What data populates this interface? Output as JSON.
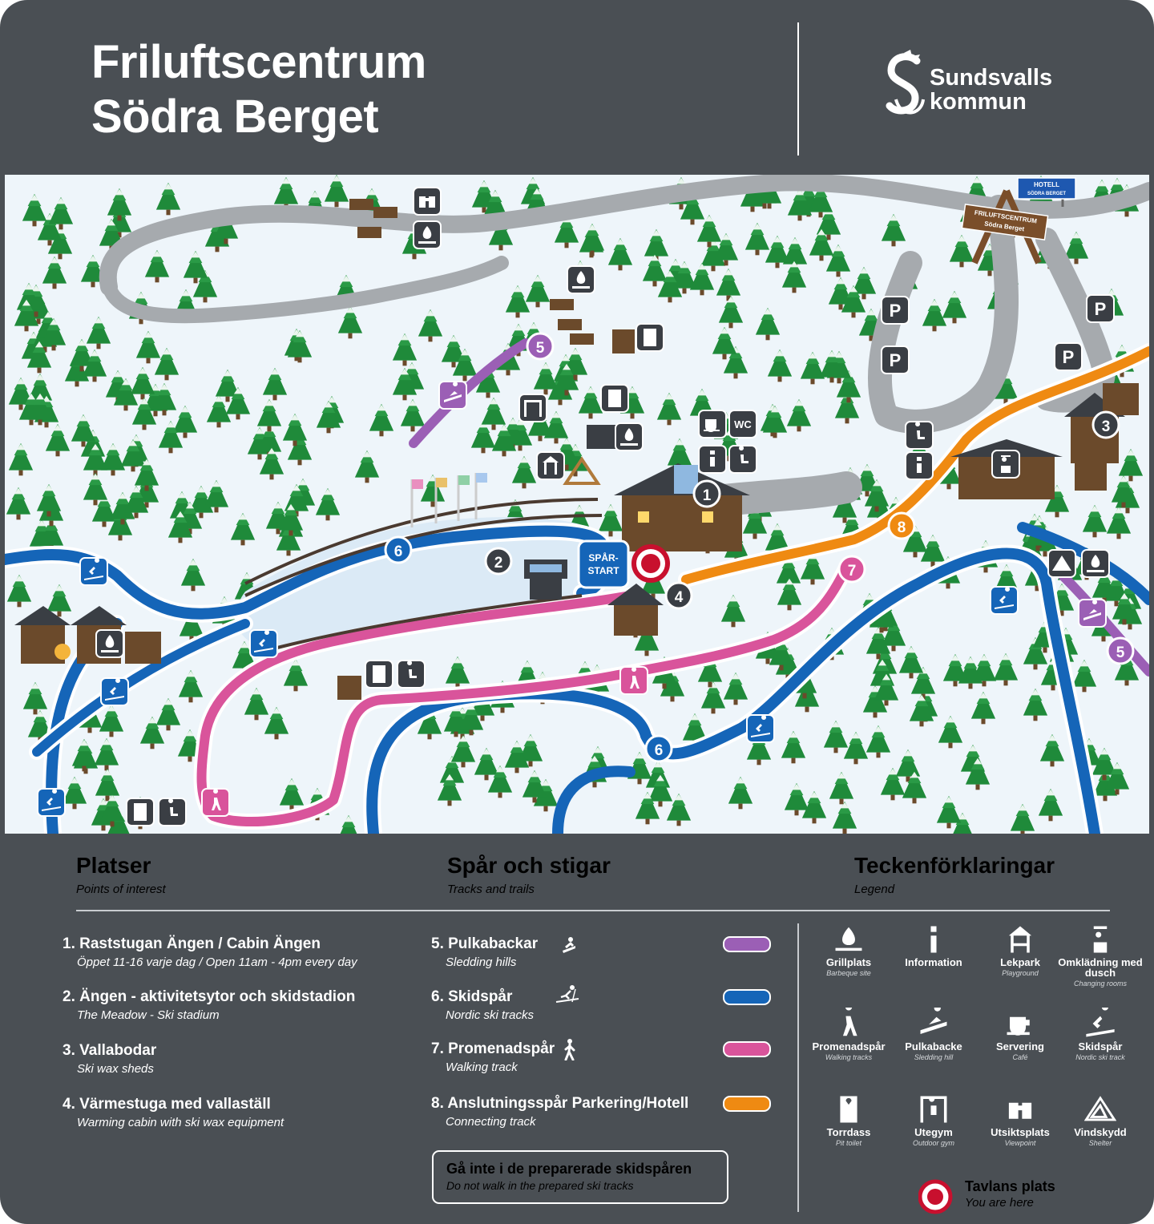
{
  "header": {
    "title_line1": "Friluftscentrum",
    "title_line2": "Södra Berget",
    "logo_line1": "Sundsvalls",
    "logo_line2": "kommun"
  },
  "map": {
    "sign_main_line1": "FRILUFTSCENTRUM",
    "sign_main_line2": "Södra Berget",
    "sign_hotel_line1": "HOTELL",
    "sign_hotel_line2": "SÖDRA BERGET",
    "start_badge_line1": "SPÅR-",
    "start_badge_line2": "START",
    "wc_label": "WC",
    "parking_label": "P",
    "places": [
      "1",
      "2",
      "3",
      "4"
    ],
    "trail_numbers": [
      "5",
      "6",
      "7",
      "8"
    ]
  },
  "legend": {
    "places": {
      "title": "Platser",
      "subtitle": "Points of interest",
      "items": [
        {
          "title": "1. Raststugan Ängen / Cabin Ängen",
          "sub": "Öppet 11-16 varje dag / Open 11am - 4pm every day"
        },
        {
          "title": "2. Ängen - aktivitetsytor och skidstadion",
          "sub": "The Meadow - Ski stadium"
        },
        {
          "title": "3. Vallabodar",
          "sub": "Ski wax sheds"
        },
        {
          "title": "4. Värmestuga med vallaställ",
          "sub": "Warming cabin with ski wax equipment"
        }
      ]
    },
    "trails": {
      "title": "Spår och stigar",
      "subtitle": "Tracks and trails",
      "items": [
        {
          "title": "5. Pulkabackar",
          "sub": "Sledding hills",
          "color": "#9b5fb5",
          "icon": "sledding-icon"
        },
        {
          "title": "6. Skidspår",
          "sub": "Nordic ski tracks",
          "color": "#1565b8",
          "icon": "skiing-icon"
        },
        {
          "title": "7. Promenadspår",
          "sub": "Walking track",
          "color": "#d9549b",
          "icon": "walking-icon"
        },
        {
          "title": "8. Anslutningsspår Parkering/Hotell",
          "sub": "Connecting track",
          "color": "#ef8a12",
          "icon": ""
        }
      ],
      "warning_title": "Gå inte i de preparerade skidspåren",
      "warning_sub": "Do not walk in the prepared ski tracks"
    },
    "symbols": {
      "title": "Teckenförklaringar",
      "subtitle": "Legend",
      "items": [
        {
          "name": "Grillplats",
          "en": "Barbeque site",
          "icon": "fire-icon"
        },
        {
          "name": "Information",
          "en": "",
          "icon": "info-icon"
        },
        {
          "name": "Lekpark",
          "en": "Playground",
          "icon": "playground-icon"
        },
        {
          "name": "Omklädning med dusch",
          "en": "Changing rooms",
          "icon": "shower-icon"
        },
        {
          "name": "Promenadspår",
          "en": "Walking tracks",
          "icon": "walking-icon"
        },
        {
          "name": "Pulkabacke",
          "en": "Sledding hill",
          "icon": "sledding-icon"
        },
        {
          "name": "Servering",
          "en": "Café",
          "icon": "cup-icon"
        },
        {
          "name": "Skidspår",
          "en": "Nordic ski track",
          "icon": "skiing-icon"
        },
        {
          "name": "Torrdass",
          "en": "Pit toilet",
          "icon": "toilet-icon"
        },
        {
          "name": "Utegym",
          "en": "Outdoor gym",
          "icon": "gym-icon"
        },
        {
          "name": "Utsiktsplats",
          "en": "Viewpoint",
          "icon": "binoculars-icon"
        },
        {
          "name": "Vindskydd",
          "en": "Shelter",
          "icon": "shelter-icon"
        }
      ],
      "here_title": "Tavlans plats",
      "here_sub": "You are here"
    }
  },
  "colors": {
    "panel": "#4a4f54",
    "snow": "#eef5fa",
    "road": "#a6aaae",
    "tree": "#1f8a3a",
    "ski": "#1565b8",
    "walk": "#d9549b",
    "sled": "#9b5fb5",
    "connect": "#ef8a12",
    "here": "#c8102e"
  }
}
